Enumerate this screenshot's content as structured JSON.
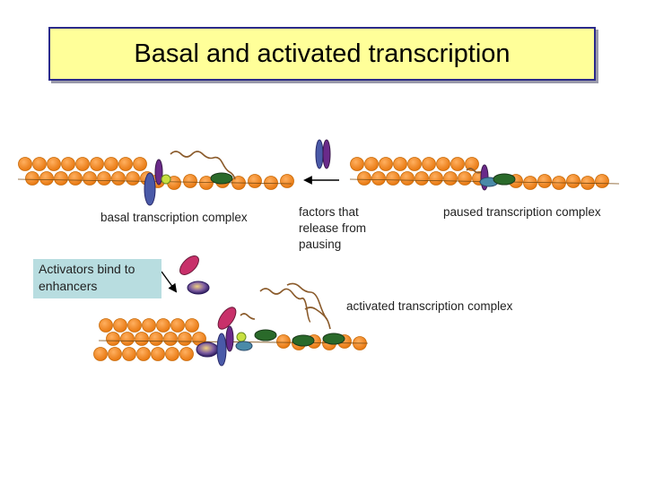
{
  "title": "Basal and activated transcription",
  "labels": {
    "basal": "basal transcription complex",
    "factors_line1": "factors that",
    "factors_line2": "release from",
    "factors_line3": "pausing",
    "paused": "paused transcription complex",
    "activators_line1": "Activators bind to",
    "activators_line2": "enhancers",
    "activated": "activated transcription complex"
  },
  "colors": {
    "nucleosome": "#f08a1c",
    "nucleosome_edge": "#c86a08",
    "rna": "#8a5a2a",
    "polymerase_green": "#2a6a2a",
    "factor_blue": "#4a5aa8",
    "factor_purple": "#6a2a8a",
    "activator_pink": "#c8306a",
    "yellow_green_factor": "#c8e040",
    "title_bg": "#ffff99",
    "title_border": "#2b2b8a",
    "note_bg": "#b8dde0"
  }
}
